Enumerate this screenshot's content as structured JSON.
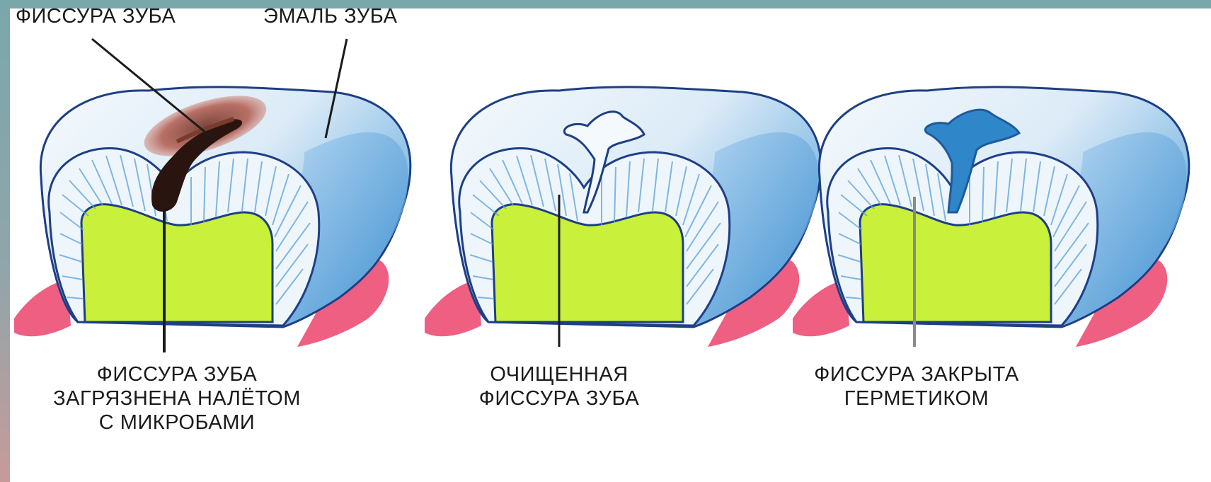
{
  "labels": {
    "fissure_top": "ФИССУРА ЗУБА",
    "enamel": "ЭМАЛЬ ЗУБА",
    "dirty_fissure": [
      "ФИССУРА ЗУБА",
      "ЗАГРЯЗНЕНА НАЛЁТОМ",
      "С МИКРОБАМИ"
    ],
    "cleaned_fissure": [
      "ОЧИЩЕННАЯ",
      "ФИССУРА ЗУБА"
    ],
    "sealed_fissure": [
      "ФИССУРА ЗАКРЫТА",
      "ГЕРМЕТИКОМ"
    ]
  },
  "colors": {
    "frame": "#7aa7ac",
    "enamel_light": "#e6f1fa",
    "enamel_shade": "#5aa0d8",
    "outline": "#1e3f86",
    "dentin": "#c9f03a",
    "gum": "#ee5f82",
    "plaque": "#b8554a",
    "sealant": "#2f86c8"
  }
}
